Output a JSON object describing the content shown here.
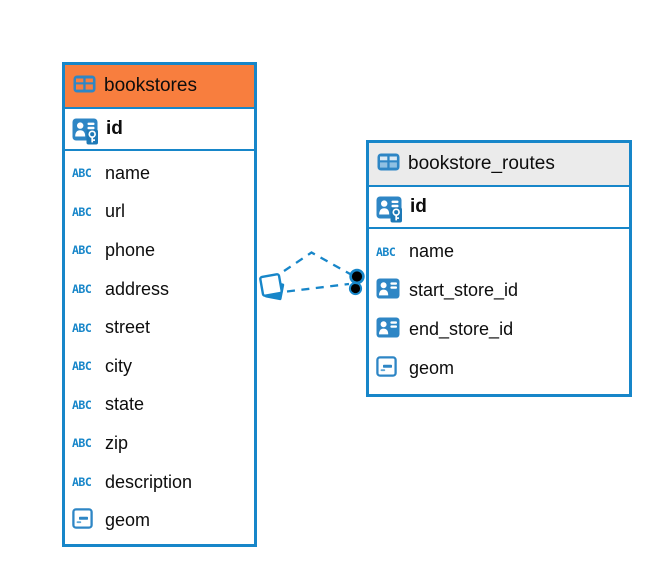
{
  "colors": {
    "accent": "#1786c9",
    "orange": "#f87e3e",
    "gray": "#ebebeb",
    "ink": "#0d0d0d",
    "dot": "#000000",
    "cell-light": "#ddeaf4",
    "cell-mid": "#8fc0e2"
  },
  "icon_glyphs": {
    "text_type": "ABC"
  },
  "tables": [
    {
      "name": "bookstores",
      "header_style": "orange",
      "primary_key": {
        "label": "id",
        "icon": "person-key"
      },
      "columns": [
        {
          "label": "name",
          "icon": "text"
        },
        {
          "label": "url",
          "icon": "text"
        },
        {
          "label": "phone",
          "icon": "text"
        },
        {
          "label": "address",
          "icon": "text"
        },
        {
          "label": "street",
          "icon": "text"
        },
        {
          "label": "city",
          "icon": "text"
        },
        {
          "label": "state",
          "icon": "text"
        },
        {
          "label": "zip",
          "icon": "text"
        },
        {
          "label": "description",
          "icon": "text"
        },
        {
          "label": "geom",
          "icon": "geometry"
        }
      ]
    },
    {
      "name": "bookstore_routes",
      "header_style": "gray",
      "primary_key": {
        "label": "id",
        "icon": "person-key"
      },
      "columns": [
        {
          "label": "name",
          "icon": "text"
        },
        {
          "label": "start_store_id",
          "icon": "reference"
        },
        {
          "label": "end_store_id",
          "icon": "reference"
        },
        {
          "label": "geom",
          "icon": "geometry"
        }
      ]
    }
  ],
  "relationship": {
    "style": "dashed",
    "link_count": 2,
    "from_table": "bookstores",
    "to_table": "bookstore_routes"
  }
}
